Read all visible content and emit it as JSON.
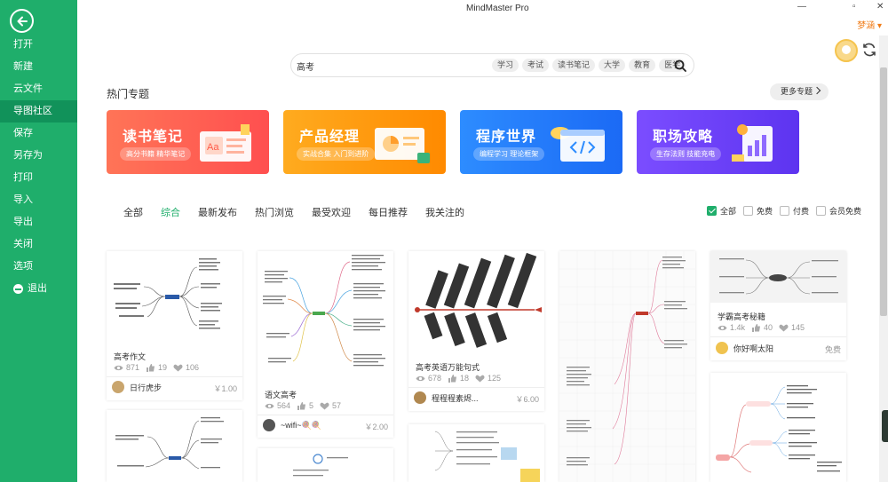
{
  "app": {
    "title": "MindMaster Pro",
    "user": "梦涵",
    "win_min": "—",
    "win_max": "▫",
    "win_close": "✕"
  },
  "sidebar": {
    "items": [
      "打开",
      "新建",
      "云文件",
      "导图社区",
      "保存",
      "另存为",
      "打印",
      "导入",
      "导出",
      "关闭",
      "选项",
      "退出"
    ]
  },
  "search": {
    "value": "高考",
    "tags": [
      "学习",
      "考试",
      "读书笔记",
      "大学",
      "教育",
      "医学"
    ]
  },
  "hot": {
    "title": "热门专题",
    "more": "更多专题",
    "banners": [
      {
        "title": "读书笔记",
        "sub": "高分书籍 精华笔记"
      },
      {
        "title": "产品经理",
        "sub": "实战合集 入门到进阶"
      },
      {
        "title": "程序世界",
        "sub": "编程学习 理论框架"
      },
      {
        "title": "职场攻略",
        "sub": "生存法则 技能充电"
      }
    ]
  },
  "categories": [
    "全部",
    "综合",
    "最新发布",
    "热门浏览",
    "最受欢迎",
    "每日推荐",
    "我关注的"
  ],
  "filters": [
    "全部",
    "免费",
    "付费",
    "会员免费"
  ],
  "cards": [
    {
      "title": "高考作文",
      "views": "871",
      "likes": "19",
      "hearts": "106",
      "author": "日行虎步",
      "price": "￥1.00"
    },
    {
      "title": "语文高考",
      "views": "564",
      "likes": "5",
      "hearts": "57",
      "author": "~wifi~🍭🍭",
      "price": "￥2.00"
    },
    {
      "title": "高考英语万能句式",
      "views": "678",
      "likes": "18",
      "hearts": "125",
      "author": "程程程素烬...",
      "price": "￥6.00"
    },
    {
      "title": "学霸高考秘籍",
      "views": "1.4k",
      "likes": "40",
      "hearts": "145",
      "author": "你好啊太阳",
      "price": "免费"
    }
  ],
  "colors": {
    "sidebar": "#1fae6b",
    "accent": "#1fae6b",
    "user": "#f07b16"
  }
}
